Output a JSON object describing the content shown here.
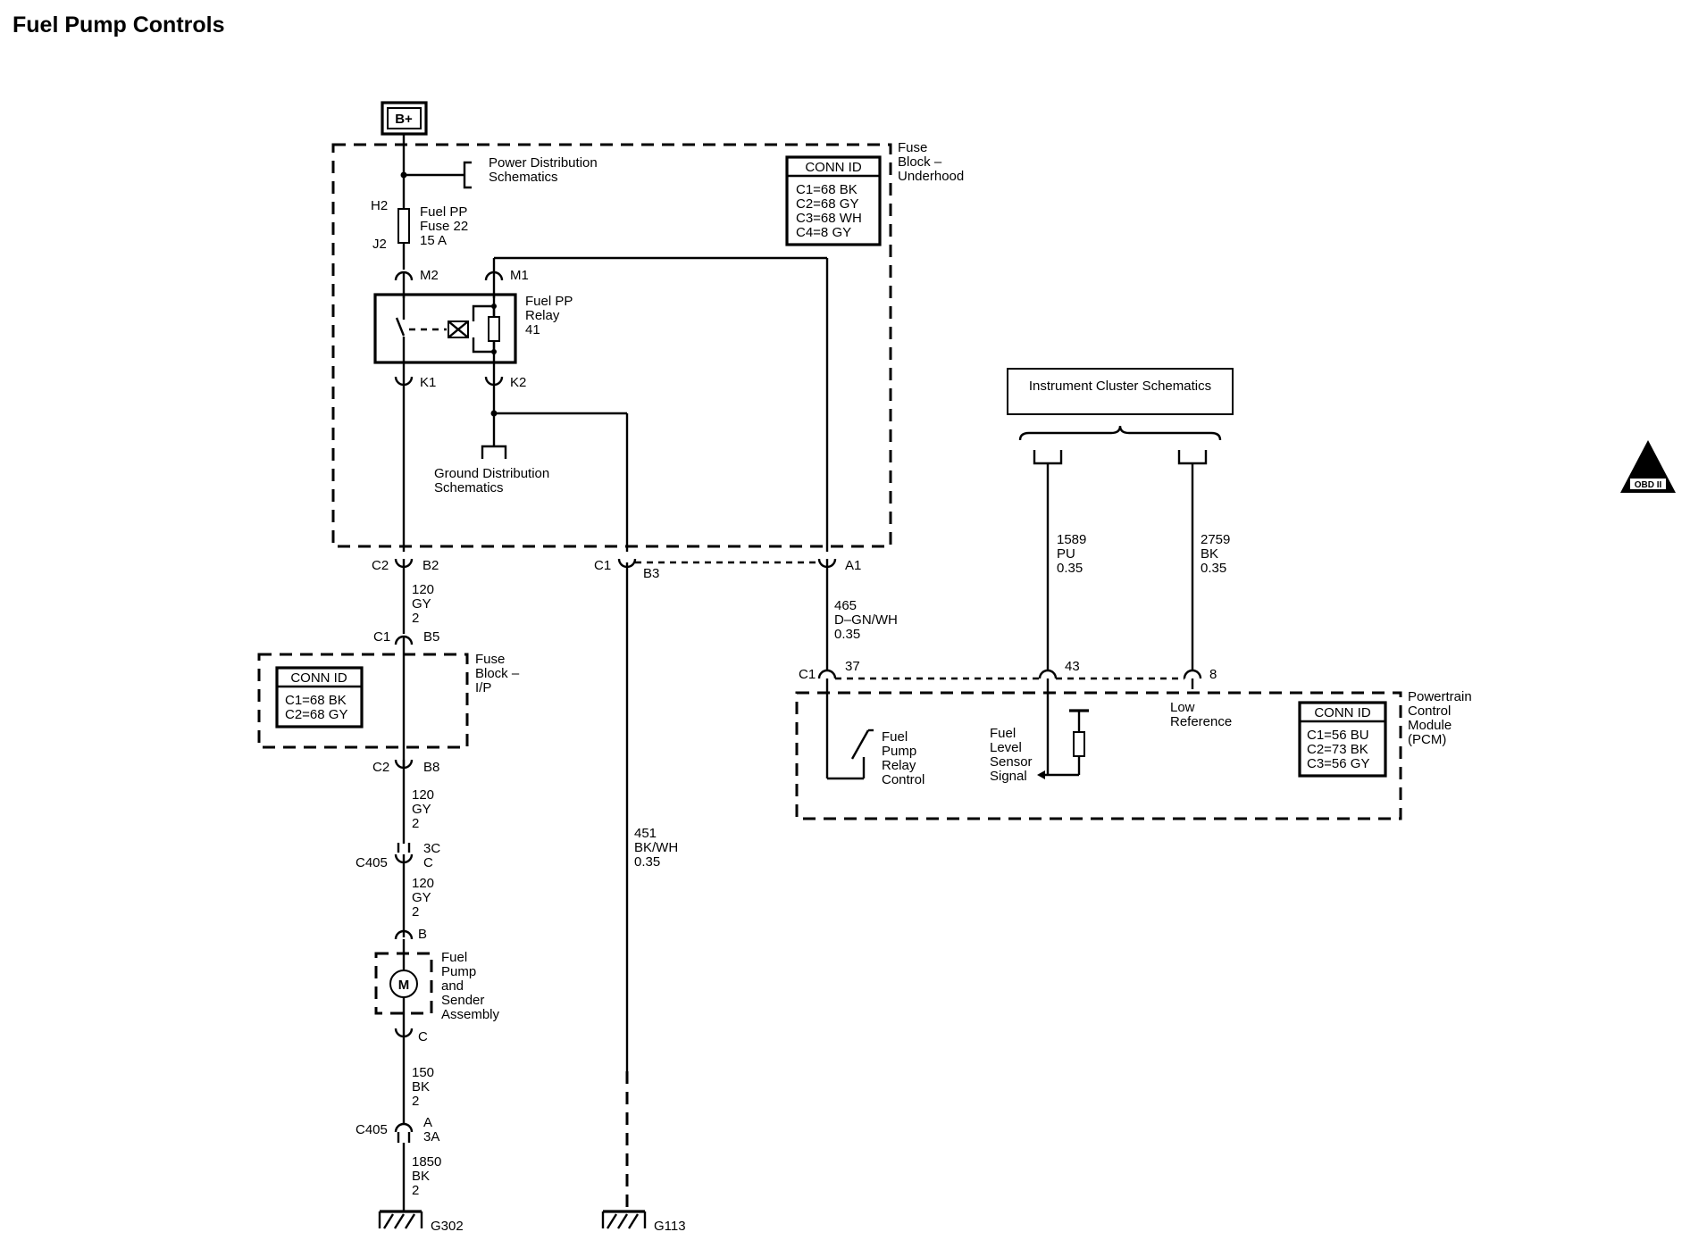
{
  "title": "Fuel Pump Controls",
  "power": {
    "source": "B+"
  },
  "fuse_block_underhood": {
    "label": [
      "Fuse",
      "Block –",
      "Underhood"
    ],
    "power_dist": [
      "Power Distribution",
      "Schematics"
    ],
    "fuse": {
      "pin_top": "H2",
      "pin_bottom": "J2",
      "label": [
        "Fuel PP",
        "Fuse 22",
        "15 A"
      ]
    },
    "relay": {
      "label": [
        "Fuel PP",
        "Relay",
        "41"
      ],
      "pins": {
        "m2": "M2",
        "m1": "M1",
        "k1": "K1",
        "k2": "K2"
      }
    },
    "ground_dist": [
      "Ground Distribution",
      "Schematics"
    ],
    "conn_id": {
      "header": "CONN ID",
      "rows": [
        "C1=68 BK",
        "C2=68 GY",
        "C3=68 WH",
        "C4=8 GY"
      ]
    },
    "out_pins": {
      "c2": "C2",
      "b2": "B2",
      "c1": "C1",
      "b3": "B3",
      "a1": "A1"
    }
  },
  "fuse_block_ip": {
    "label": [
      "Fuse",
      "Block –",
      "I/P"
    ],
    "conn_id": {
      "header": "CONN ID",
      "rows": [
        "C1=68 BK",
        "C2=68 GY"
      ]
    },
    "pins": {
      "c1": "C1",
      "b5": "B5",
      "c2": "C2",
      "b8": "B8"
    }
  },
  "wires": {
    "w1": [
      "120",
      "GY",
      "2"
    ],
    "w2": [
      "120",
      "GY",
      "2"
    ],
    "w3": [
      "120",
      "GY",
      "2"
    ],
    "w4": [
      "150",
      "BK",
      "2"
    ],
    "w5": [
      "1850",
      "BK",
      "2"
    ],
    "w451": [
      "451",
      "BK/WH",
      "0.35"
    ],
    "w465": [
      "465",
      "D–GN/WH",
      "0.35"
    ],
    "w1589": [
      "1589",
      "PU",
      "0.35"
    ],
    "w2759": [
      "2759",
      "BK",
      "0.35"
    ]
  },
  "connectors": {
    "c405_top": {
      "name": "C405",
      "pin_a": "3C",
      "pin_b": "C"
    },
    "c405_bottom": {
      "name": "C405",
      "pin_a": "A",
      "pin_b": "3A"
    }
  },
  "fuel_pump": {
    "pin_top": "B",
    "pin_bottom": "C",
    "motor": "M",
    "label": [
      "Fuel",
      "Pump",
      "and",
      "Sender",
      "Assembly"
    ]
  },
  "grounds": {
    "g302": "G302",
    "g113": "G113"
  },
  "instrument_cluster": {
    "label": "Instrument Cluster Schematics"
  },
  "pcm": {
    "label": [
      "Powertrain",
      "Control",
      "Module",
      "(PCM)"
    ],
    "conn_id": {
      "header": "CONN ID",
      "rows": [
        "C1=56 BU",
        "C2=73 BK",
        "C3=56 GY"
      ]
    },
    "pins": {
      "c1": "C1",
      "p37": "37",
      "p43": "43",
      "p8": "8"
    },
    "relay_control": [
      "Fuel",
      "Pump",
      "Relay",
      "Control"
    ],
    "level_signal": [
      "Fuel",
      "Level",
      "Sensor",
      "Signal"
    ],
    "low_ref": [
      "Low",
      "Reference"
    ]
  },
  "obd_badge": {
    "symbol": "II",
    "text": "OBD II"
  }
}
